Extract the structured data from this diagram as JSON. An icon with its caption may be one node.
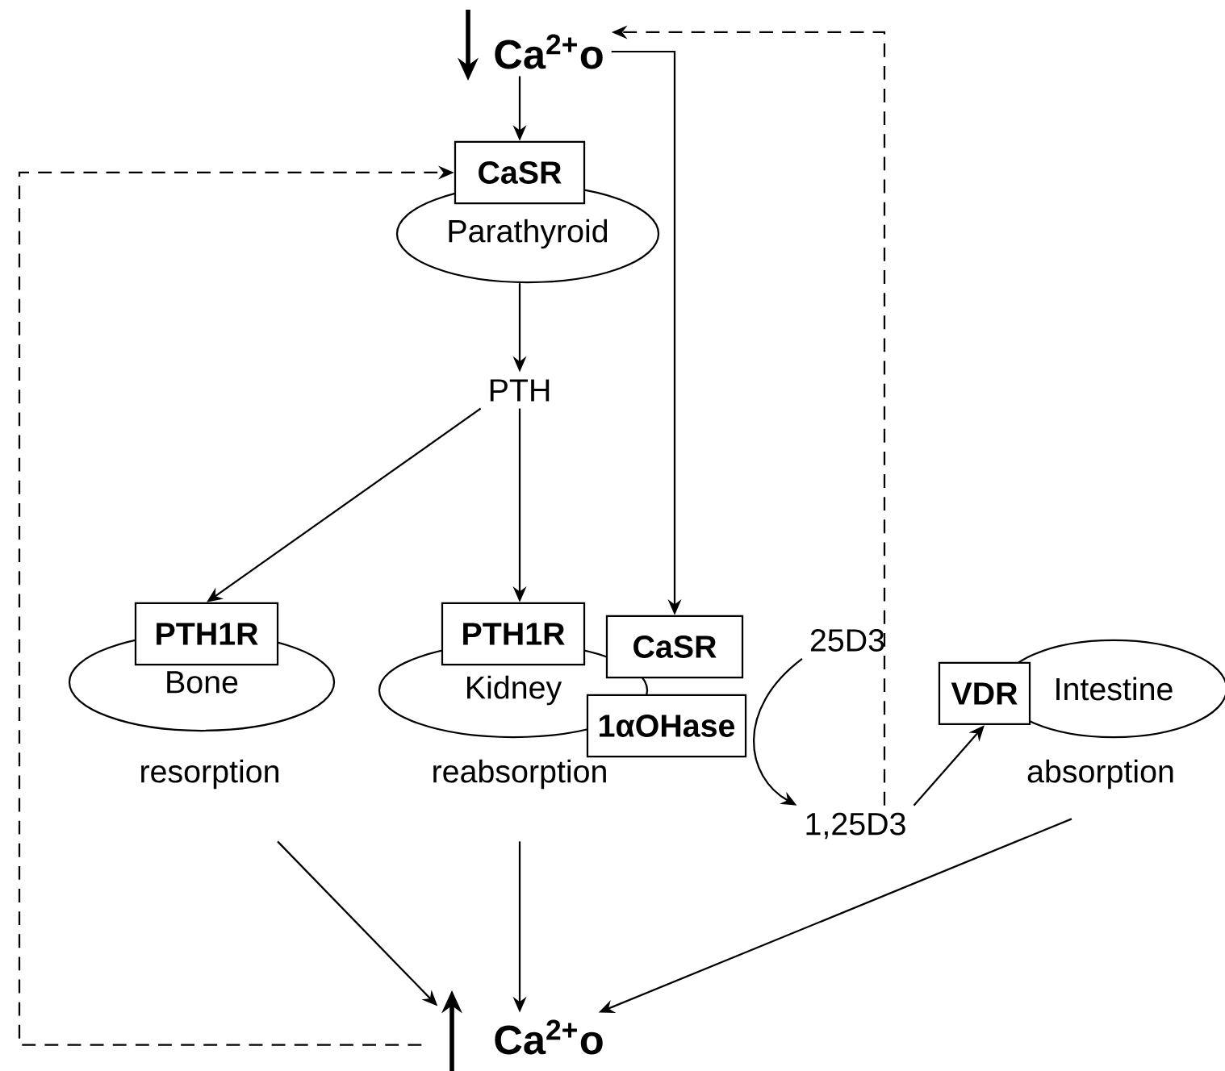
{
  "diagram": {
    "nodes": [
      {
        "text": [
          "Ca$^{2+}$o"
        ]
      },
      {
        "text": [
          "CaSR"
        ]
      },
      {
        "text": [
          "Parathyroid"
        ]
      },
      {
        "text": [
          "PTH"
        ]
      },
      {
        "text": [
          "PTH1R"
        ]
      },
      {
        "text": [
          "Bone"
        ]
      },
      {
        "text": [
          "PTH1R"
        ]
      },
      {
        "text": [
          "CaSR"
        ]
      },
      {
        "text": [
          "Kidney"
        ]
      },
      {
        "text": [
          "1αOHase"
        ]
      },
      {
        "text": [
          "25D3"
        ]
      },
      {
        "text": [
          "VDR"
        ]
      },
      {
        "text": [
          "Intestine"
        ]
      },
      {
        "text": [
          "resorption"
        ]
      },
      {
        "text": [
          "reabsorption"
        ]
      },
      {
        "text": [
          "1,25D3"
        ]
      },
      {
        "text": [
          "absorption"
        ]
      },
      {
        "text": [
          "Ca$^{2+}$o"
        ]
      }
    ],
    "edges": [
      {
        "from": 0,
        "to": 1,
        "arrow": "to"
      },
      {
        "from": 2,
        "to": 3,
        "arrow": "to"
      },
      {
        "from": 3,
        "to": 4,
        "arrow": "to"
      },
      {
        "from": 3,
        "to": 6,
        "arrow": "to"
      },
      {
        "from": 0,
        "to": 7,
        "arrow": "to"
      },
      {
        "from": 10,
        "to": 15,
        "arrow": "to"
      },
      {
        "from": 15,
        "to": 11,
        "arrow": "to"
      },
      {
        "from": 15,
        "to": 0,
        "arrow": "to",
        "style": "dashed"
      },
      {
        "from": 17,
        "to": 1,
        "arrow": "to",
        "style": "dashed"
      },
      {
        "from": 13,
        "to": 17,
        "arrow": "to"
      },
      {
        "from": 14,
        "to": 17,
        "arrow": "to"
      },
      {
        "from": 16,
        "to": 17,
        "arrow": "to"
      }
    ]
  }
}
